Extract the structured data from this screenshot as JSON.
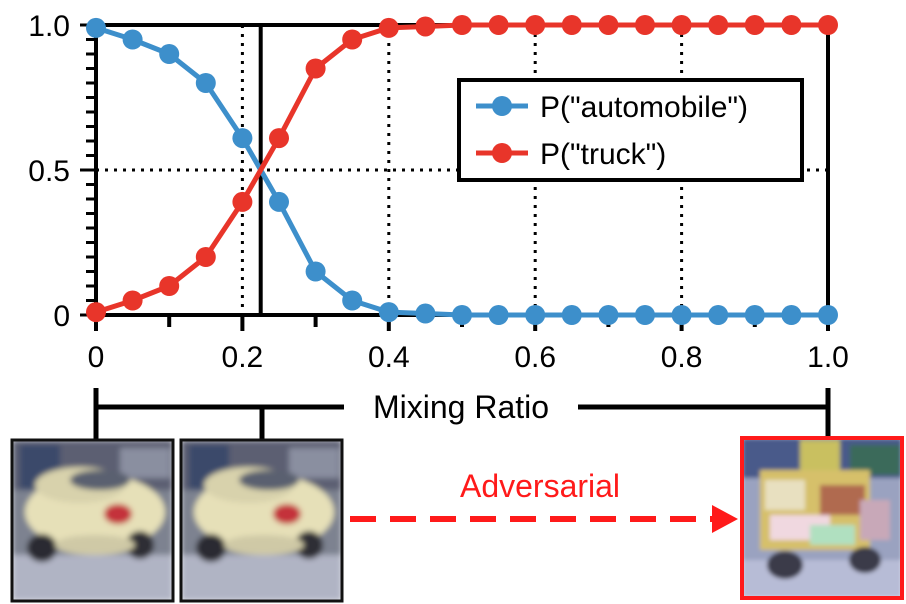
{
  "chart_data": {
    "type": "line",
    "xlabel": "Mixing Ratio",
    "ylabel": "",
    "xlim": [
      0,
      1.0
    ],
    "ylim": [
      0,
      1.0
    ],
    "x_ticks": [
      "0",
      "0.2",
      "0.4",
      "0.6",
      "0.8",
      "1.0"
    ],
    "y_ticks": [
      "0",
      "0.5",
      "1.0"
    ],
    "grid": "dotted",
    "legend_position": "top-right",
    "marked_ratio": 0.225,
    "x": [
      0,
      0.05,
      0.1,
      0.15,
      0.2,
      0.25,
      0.3,
      0.35,
      0.4,
      0.45,
      0.5,
      0.55,
      0.6,
      0.65,
      0.7,
      0.75,
      0.8,
      0.85,
      0.9,
      0.95,
      1.0
    ],
    "series": [
      {
        "name": "P(\"automobile\")",
        "color": "#3d8fcb",
        "values": [
          0.99,
          0.95,
          0.9,
          0.8,
          0.61,
          0.39,
          0.15,
          0.05,
          0.01,
          0.005,
          0,
          0,
          0,
          0,
          0,
          0,
          0,
          0,
          0,
          0,
          0
        ]
      },
      {
        "name": "P(\"truck\")",
        "color": "#e8352a",
        "values": [
          0.01,
          0.05,
          0.1,
          0.2,
          0.39,
          0.61,
          0.85,
          0.95,
          0.99,
          0.995,
          1.0,
          1.0,
          1.0,
          1.0,
          1.0,
          1.0,
          1.0,
          1.0,
          1.0,
          1.0,
          1.0
        ]
      }
    ]
  },
  "images": {
    "original": "automobile image",
    "mixed": "mixed image at ratio 0.225",
    "adversarial_label": "Adversarial",
    "adversarial": "truck image",
    "adversarial_border_color": "#ff1a1a"
  }
}
